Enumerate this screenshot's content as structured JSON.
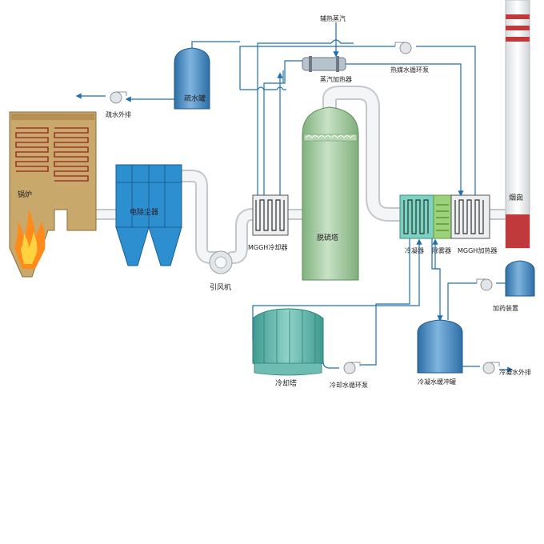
{
  "colors": {
    "line": "#1f6fb2",
    "pipe": "#e6e9ec",
    "pipe_edge": "#c4c8cc",
    "boiler": "#c9a86c",
    "esp": "#2e8fd0",
    "tower": "#9cc79a",
    "tank": "#3a7fb8",
    "cooling_tower": "#5cb3a8",
    "stack_red": "#c0393b"
  },
  "labels": {
    "boiler": "锅炉",
    "esp": "电除尘器",
    "id_fan": "引风机",
    "mggh_cooler": "MGGH冷却器",
    "desulfurization_tower": "脱硫塔",
    "condenser": "冷凝器",
    "demister": "除雾器",
    "mggh_heater": "MGGH加热器",
    "chimney": "烟囱",
    "aux_steam": "辅热蒸汽",
    "steam_heater": "蒸汽加热器",
    "heat_medium_pump": "热媒水循环泵",
    "drain_tank": "疏水罐",
    "drain_discharge": "疏水外排",
    "cooling_tower": "冷却塔",
    "cooling_pump": "冷却水循环泵",
    "condensate_buffer_tank": "冷凝水缓冲罐",
    "condensate_discharge": "冷凝水外排",
    "dosing_device": "加药装置"
  },
  "icons": {
    "fan": "fan-icon",
    "flame": "flame-icon",
    "arrow": "arrow-icon"
  }
}
